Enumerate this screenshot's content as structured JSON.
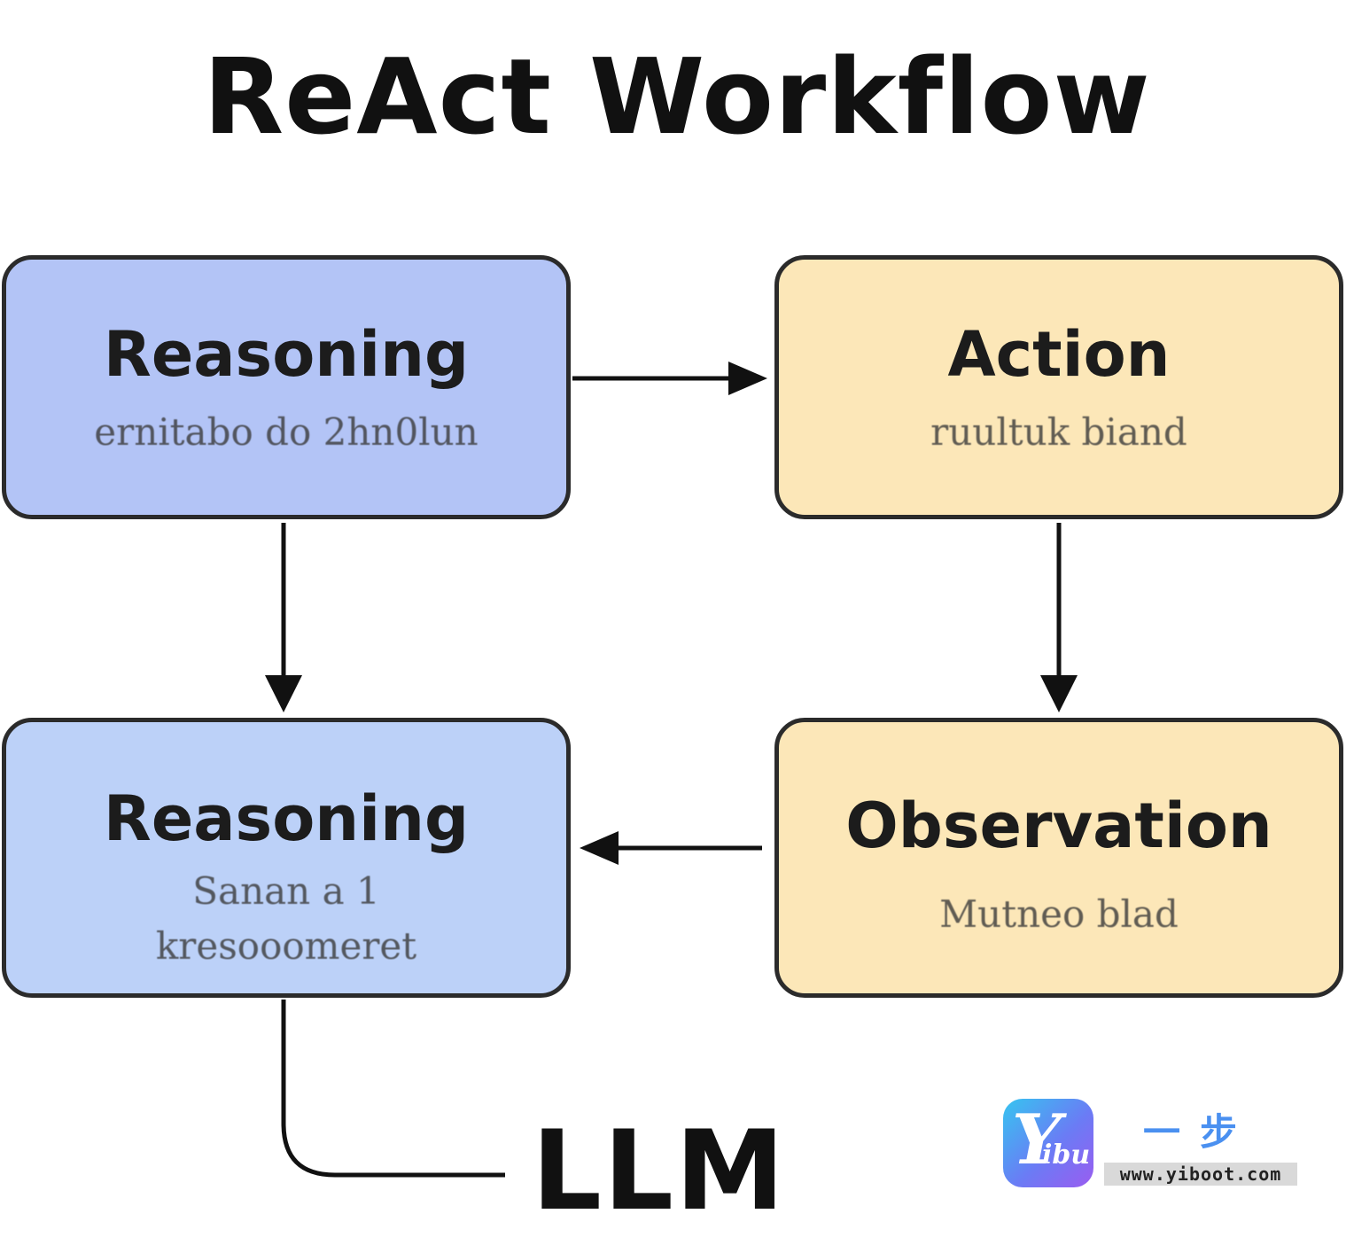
{
  "title": "ReAct Workflow",
  "nodes": {
    "reasoning_top": {
      "heading": "Reasoning",
      "sub": "ernitabo do 2hn0lun"
    },
    "action": {
      "heading": "Action",
      "sub": "ruultuk biand"
    },
    "reasoning_bottom": {
      "heading": "Reasoning",
      "sub_line1": "Sanan a 1",
      "sub_line2": "kresooomeret"
    },
    "observation": {
      "heading": "Observation",
      "sub": "Mutneo blad"
    }
  },
  "llm_label": "LLM",
  "watermark": {
    "badge_text": "Yibu",
    "chinese": "一步",
    "url": "www.yiboot.com"
  },
  "colors": {
    "reasoning_top_fill": "#b3c4f6",
    "reasoning_bottom_fill": "#bcd1f8",
    "action_fill": "#fce7b8",
    "observation_fill": "#fce7b8",
    "outline": "#2b2b2b"
  }
}
